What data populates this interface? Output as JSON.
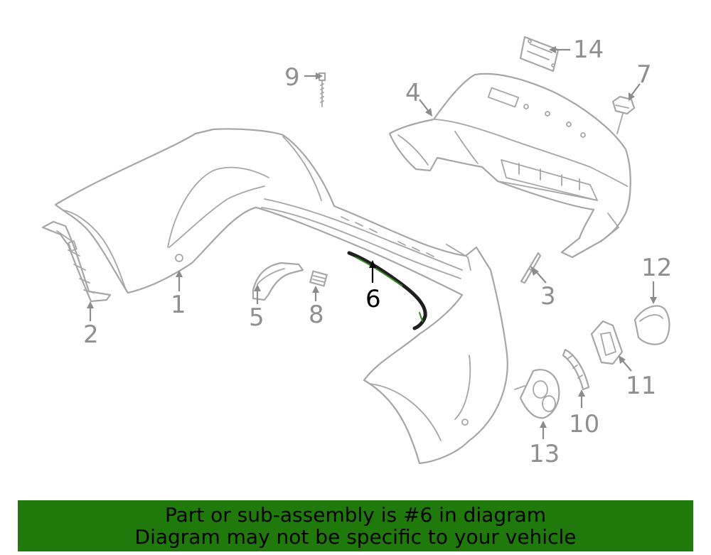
{
  "callouts": {
    "c1": "1",
    "c2": "2",
    "c3": "3",
    "c4": "4",
    "c5": "5",
    "c6": "6",
    "c7": "7",
    "c8": "8",
    "c9": "9",
    "c10": "10",
    "c11": "11",
    "c12": "12",
    "c13": "13",
    "c14": "14"
  },
  "highlighted_part": "6",
  "colors": {
    "banner": "#1f7a0b",
    "line": "#a6a6a6",
    "highlight": "#2f8a1f"
  },
  "banner": {
    "line1": "Part or sub-assembly is #6 in diagram",
    "line2": "Diagram may not be specific to your vehicle"
  }
}
